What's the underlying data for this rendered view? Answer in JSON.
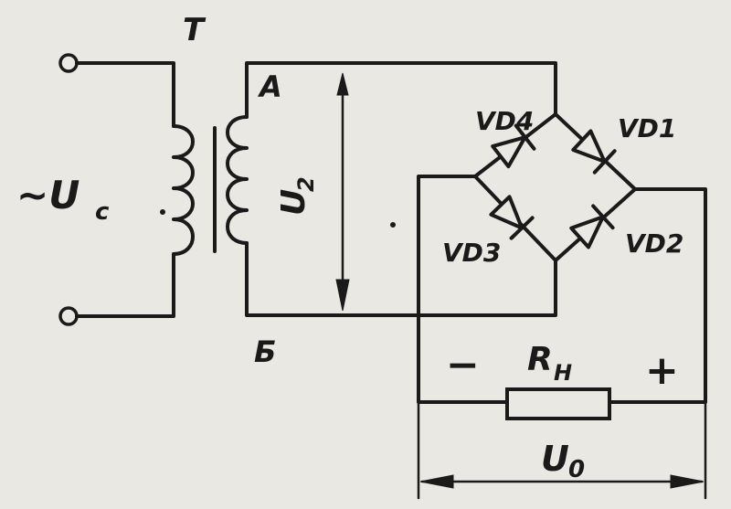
{
  "labels": {
    "transformer": "T",
    "input_voltage": "~U",
    "input_voltage_sub": "c",
    "node_a": "A",
    "node_b": "Б",
    "secondary_voltage": "U",
    "secondary_voltage_sub": "2",
    "vd1": "VD1",
    "vd2": "VD2",
    "vd3": "VD3",
    "vd4": "VD4",
    "load": "R",
    "load_sub": "H",
    "minus": "−",
    "plus": "+",
    "output_voltage": "U",
    "output_voltage_sub": "0"
  }
}
